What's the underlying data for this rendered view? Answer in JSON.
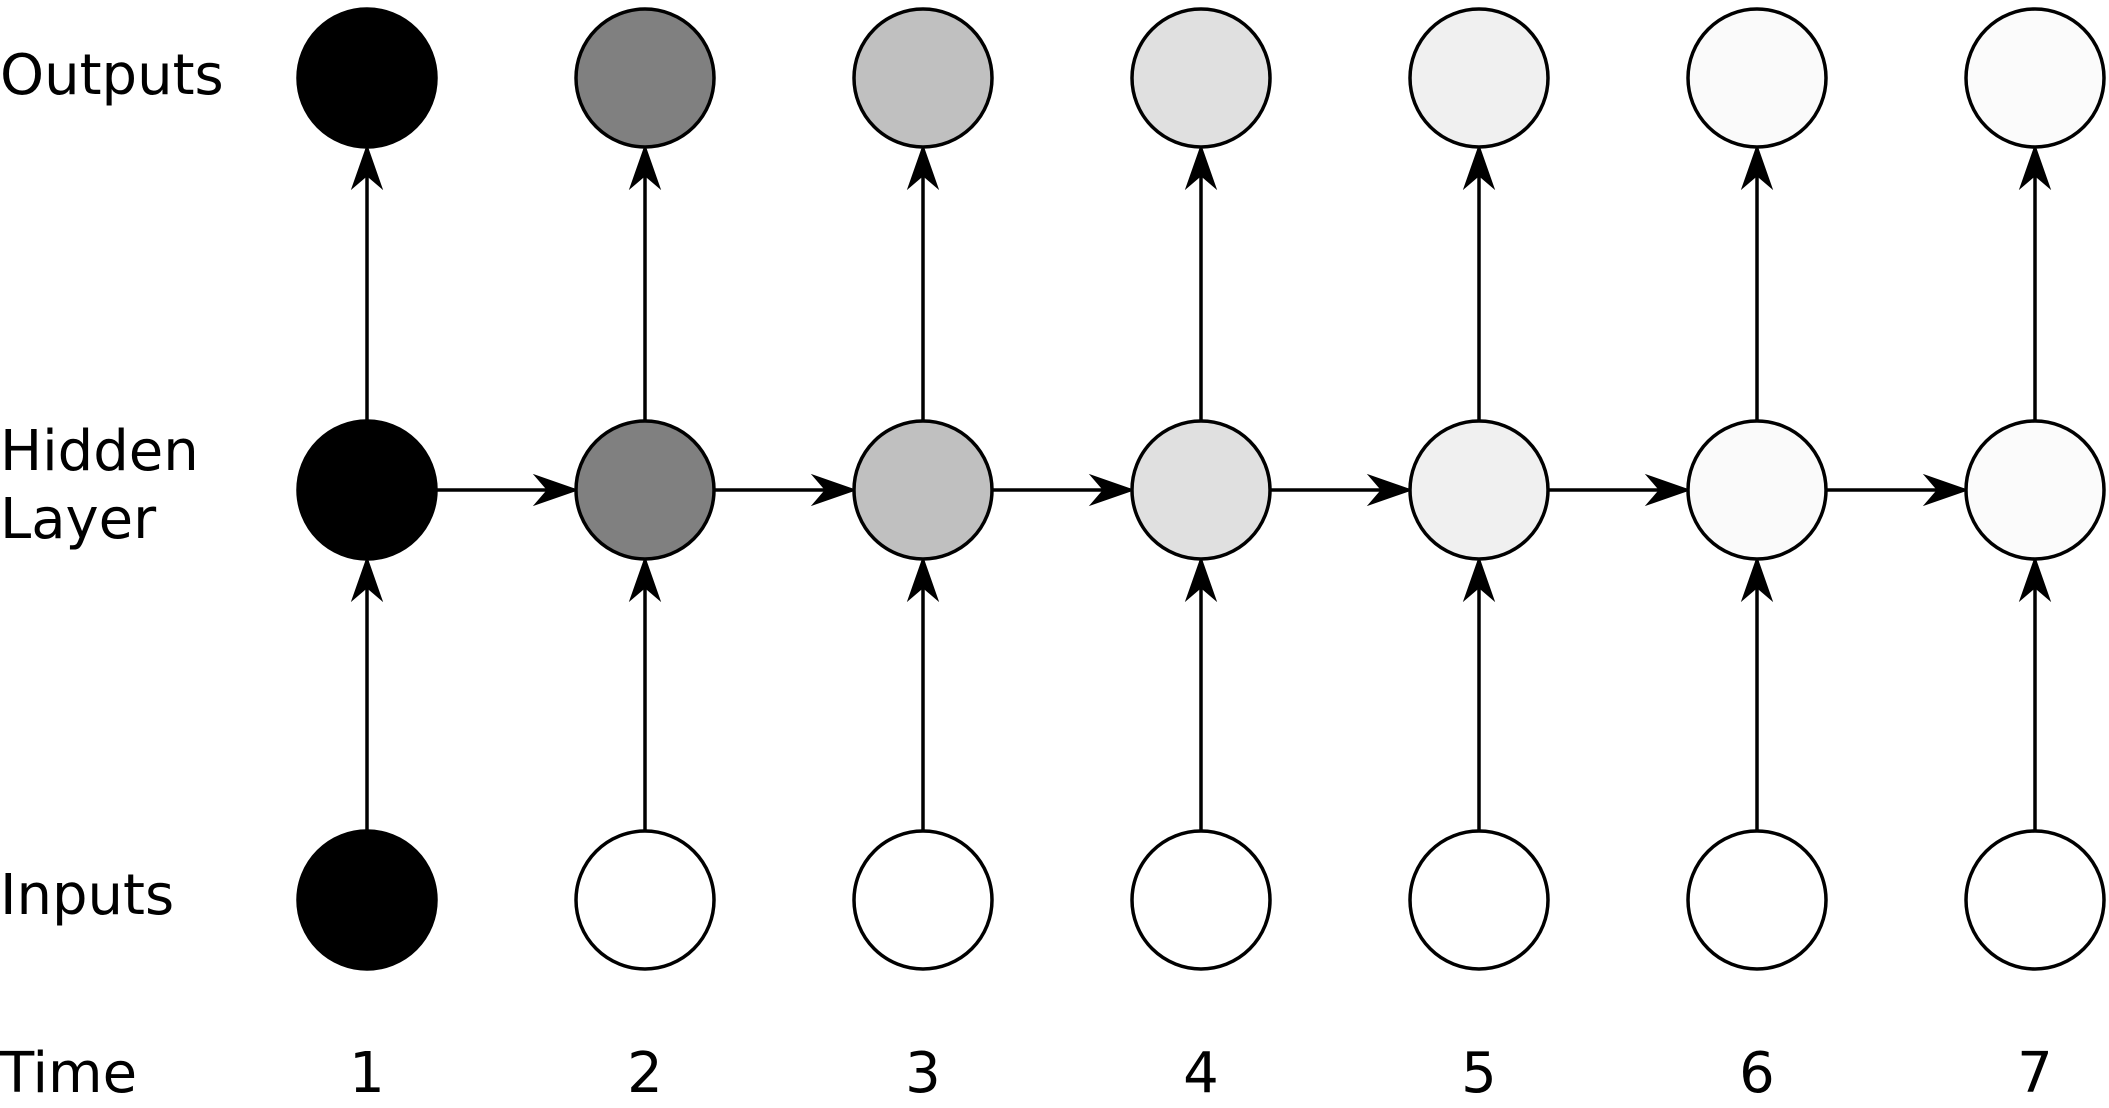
{
  "rows": {
    "outputs_label": "Outputs",
    "hidden_label": "Hidden\nLayer",
    "inputs_label": "Inputs",
    "time_label": "Time"
  },
  "time_steps": [
    "1",
    "2",
    "3",
    "4",
    "5",
    "6",
    "7"
  ],
  "node_fills": {
    "outputs": [
      "#000000",
      "#808080",
      "#c0c0c0",
      "#e0e0e0",
      "#f0f0f0",
      "#fafafa",
      "#fbfbfb"
    ],
    "hidden": [
      "#000000",
      "#808080",
      "#c0c0c0",
      "#e0e0e0",
      "#f0f0f0",
      "#fafafa",
      "#fbfbfb"
    ],
    "inputs": [
      "#000000",
      "#ffffff",
      "#ffffff",
      "#ffffff",
      "#ffffff",
      "#ffffff",
      "#ffffff"
    ]
  },
  "stroke_color": "#000000"
}
